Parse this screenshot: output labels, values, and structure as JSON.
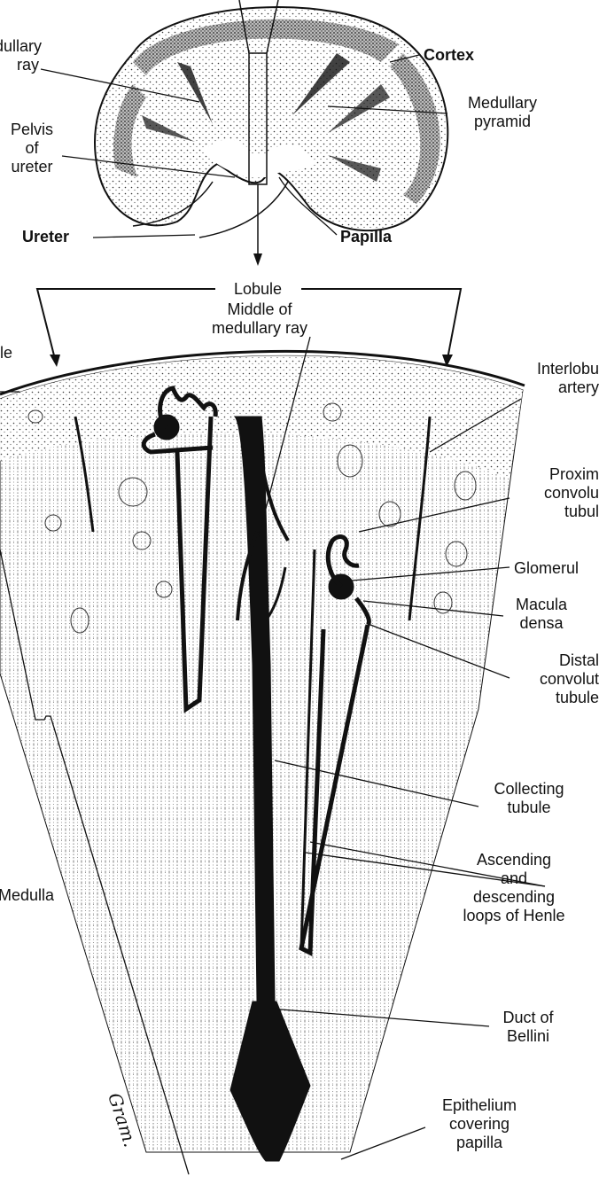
{
  "labels": {
    "medullary_ray": "dullary\nray",
    "cortex": "Cortex",
    "medullary_pyramid": "Medullary\npyramid",
    "pelvis": "Pelvis\nof\nureter",
    "ureter": "Ureter",
    "papilla": "Papilla",
    "lobule": "Lobule",
    "middle_ray": "Middle of\nmedullary ray",
    "capsule": "le",
    "interlobular": "Interlobu\nartery",
    "proximal": "Proxim\nconvolu\ntubul",
    "glomerulus": "Glomerul",
    "macula": "Macula\ndensa",
    "distal": "Distal\nconvolut\ntubule",
    "collecting": "Collecting\ntubule",
    "henle": "Ascending\nand\ndescending\nloops of Henle",
    "medulla": "Medulla",
    "bellini": "Duct of\nBellini",
    "epithelium": "Epithelium\ncovering\npapilla",
    "signature": "Gram."
  },
  "colors": {
    "ink": "#111111",
    "background": "#ffffff",
    "tissue": "#d8d8d8"
  }
}
